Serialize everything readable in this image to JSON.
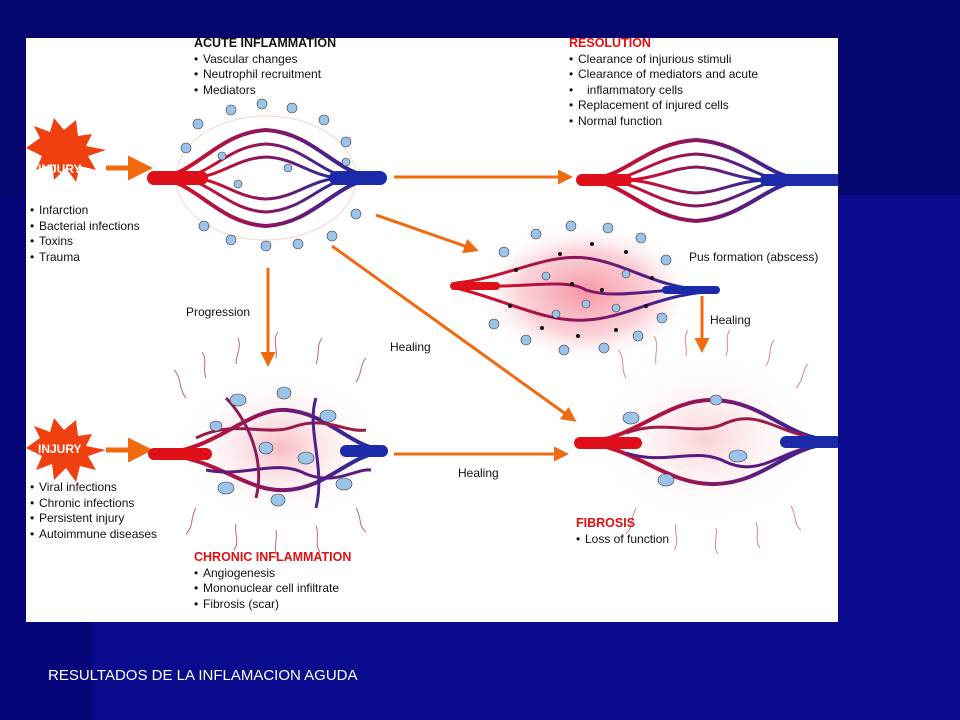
{
  "acute": {
    "title": "ACUTE INFLAMMATION",
    "items": [
      "Vascular changes",
      "Neutrophil recruitment",
      "Mediators"
    ]
  },
  "resolution": {
    "title": "RESOLUTION",
    "items": [
      "Clearance of injurious stimuli",
      "Clearance of mediators and acute",
      "inflammatory cells",
      "Replacement of injured cells",
      "Normal function"
    ]
  },
  "injury_top": {
    "label": "INJURY",
    "items": [
      "Infarction",
      "Bacterial infections",
      "Toxins",
      "Trauma"
    ]
  },
  "injury_bottom": {
    "label": "INJURY",
    "items": [
      "Viral infections",
      "Chronic infections",
      "Persistent injury",
      "Autoimmune diseases"
    ]
  },
  "chronic": {
    "title": "CHRONIC INFLAMMATION",
    "items": [
      "Angiogenesis",
      "Mononuclear cell infiltrate",
      "Fibrosis (scar)"
    ]
  },
  "fibrosis": {
    "title": "FIBROSIS",
    "items": [
      "Loss of function"
    ]
  },
  "labels": {
    "pus": "Pus formation (abscess)",
    "progression": "Progression",
    "healing_center": "Healing",
    "healing_right": "Healing",
    "healing_bottom": "Healing"
  },
  "caption": "RESULTADOS DE LA INFLAMACION AGUDA",
  "colors": {
    "background": "#0a0a8c",
    "panel": "#ffffff",
    "arrow": "#f06a10",
    "injury_star": "#f04010",
    "heading_red": "#e01010",
    "artery": "#d01a2a",
    "vein": "#1a2aa0"
  }
}
